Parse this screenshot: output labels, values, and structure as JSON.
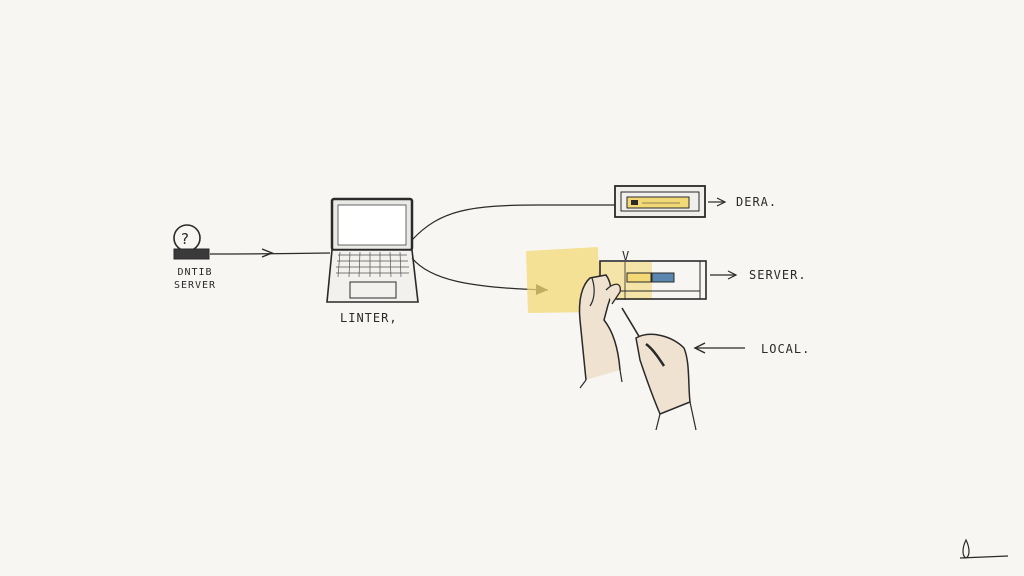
{
  "nodes": {
    "origin": {
      "line1": "DNTIB",
      "line2": "SERVER",
      "icon": "question-globe-icon"
    },
    "linter": {
      "label": "LINTER,",
      "icon": "laptop-icon"
    },
    "dera": {
      "label": "DERA."
    },
    "server": {
      "label": "SERVER."
    },
    "local": {
      "label": "LOCAL."
    },
    "marker": {
      "label": "V"
    }
  },
  "colors": {
    "ink": "#2a2a2a",
    "yellow_wash": "#f3d976",
    "blue_accent": "#5a86b0",
    "paper": "#f7f6f3"
  }
}
